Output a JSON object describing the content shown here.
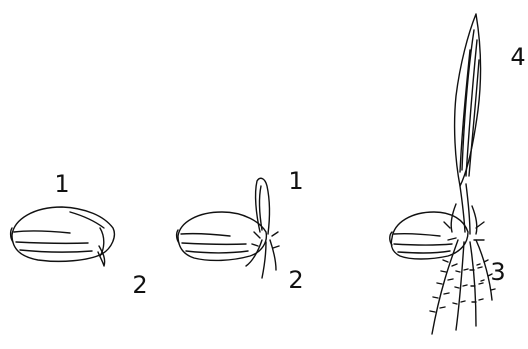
{
  "labels": {
    "stage_a_top": "1",
    "stage_a_bottom": "2",
    "stage_b_top": "1",
    "stage_b_bottom": "2",
    "stage_c_bottom": "3",
    "stage_c_top": "4"
  },
  "colors": {
    "ink": "#111111",
    "background": "#ffffff"
  }
}
